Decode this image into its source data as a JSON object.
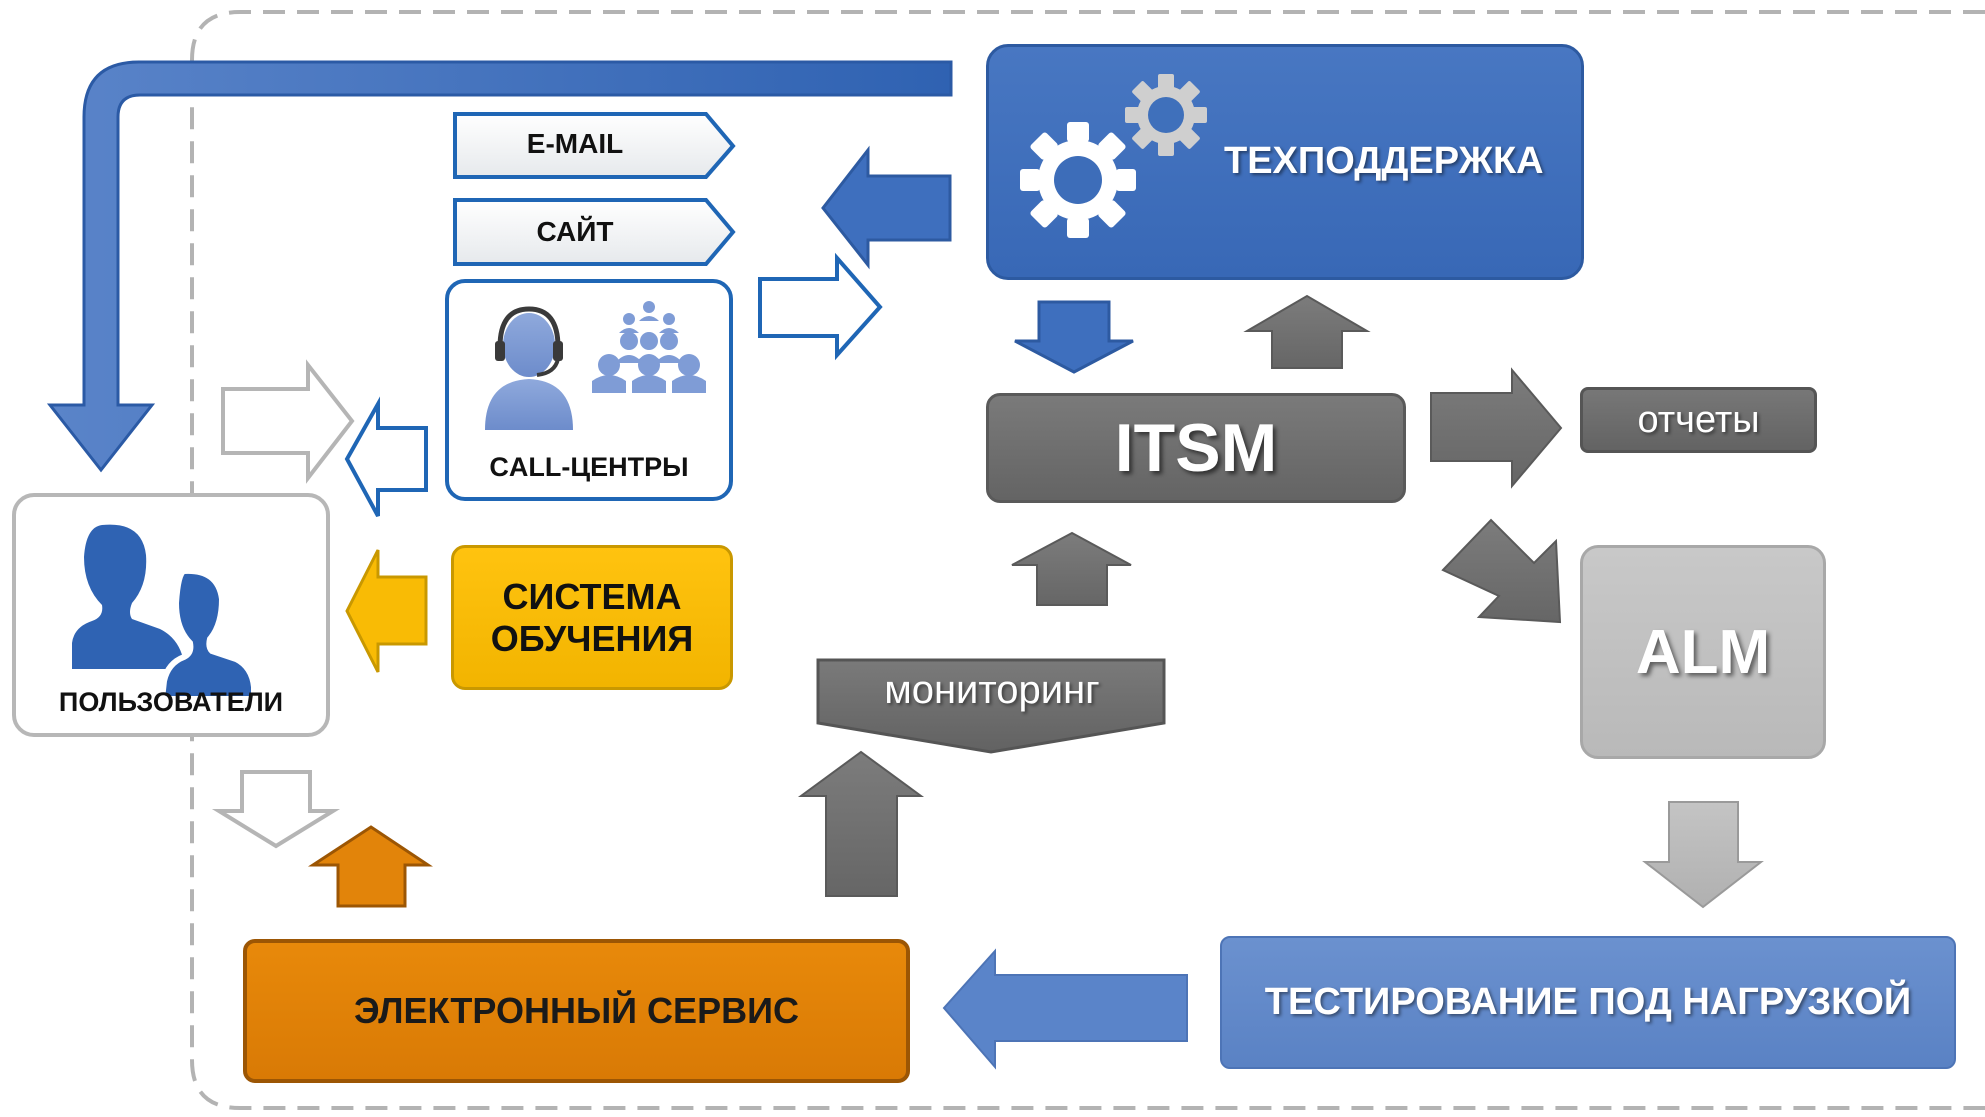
{
  "nodes": {
    "techsupport": "ТЕХПОДДЕРЖКА",
    "itsm": "ITSM",
    "reports": "отчеты",
    "alm": "ALM",
    "monitoring": "мониторинг",
    "load_testing": "ТЕСТИРОВАНИЕ ПОД НАГРУЗКОЙ",
    "e_service": "ЭЛЕКТРОННЫЙ СЕРВИС",
    "learning_system_line1": "СИСТЕМА",
    "learning_system_line2": "ОБУЧЕНИЯ",
    "call_centers": "CALL-ЦЕНТРЫ",
    "users": "ПОЛЬЗОВАТЕЛИ",
    "email": "E-MAIL",
    "site": "САЙТ"
  },
  "colors": {
    "blue": "#3e6fbe",
    "dark_gray": "#6e6e6e",
    "light_gray": "#bdbdbd",
    "orange": "#e2840a",
    "yellow": "#f9bb05",
    "outline_blue": "#1f66b5"
  },
  "icons": [
    "gear-icon",
    "operator-headset-icon",
    "team-icon",
    "users-icon"
  ]
}
